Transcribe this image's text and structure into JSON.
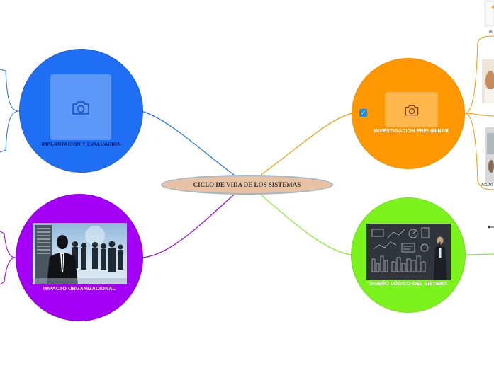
{
  "title": "CICLO DE VIDA DE LOS SISTEMAS",
  "nodes": {
    "implantacion": {
      "label": "IMPLANTACION Y EVALUACION",
      "color": "#1f6ff5",
      "image": "camera-icon"
    },
    "impacto": {
      "label": "IMPACTO ORGANIZACIONAL",
      "color": "#a300f5"
    },
    "investigacion": {
      "label": "INVESTIGACION PRELIMINAR",
      "color": "#ff9800",
      "image": "camera-icon",
      "checked": true
    },
    "diseno": {
      "label": "DISEÑO LÓGICO DEL SISTEMA",
      "color": "#7cf31c"
    }
  },
  "side_labels": {
    "top": "Al",
    "bottom": "ACLAR"
  },
  "colors": {
    "center_fill": "#e8c2a4",
    "center_border": "#9eb6c8",
    "connector_blue": "#1f6ff5",
    "connector_purple": "#a300f5",
    "connector_orange": "#ff9800",
    "connector_green": "#7cf31c"
  }
}
